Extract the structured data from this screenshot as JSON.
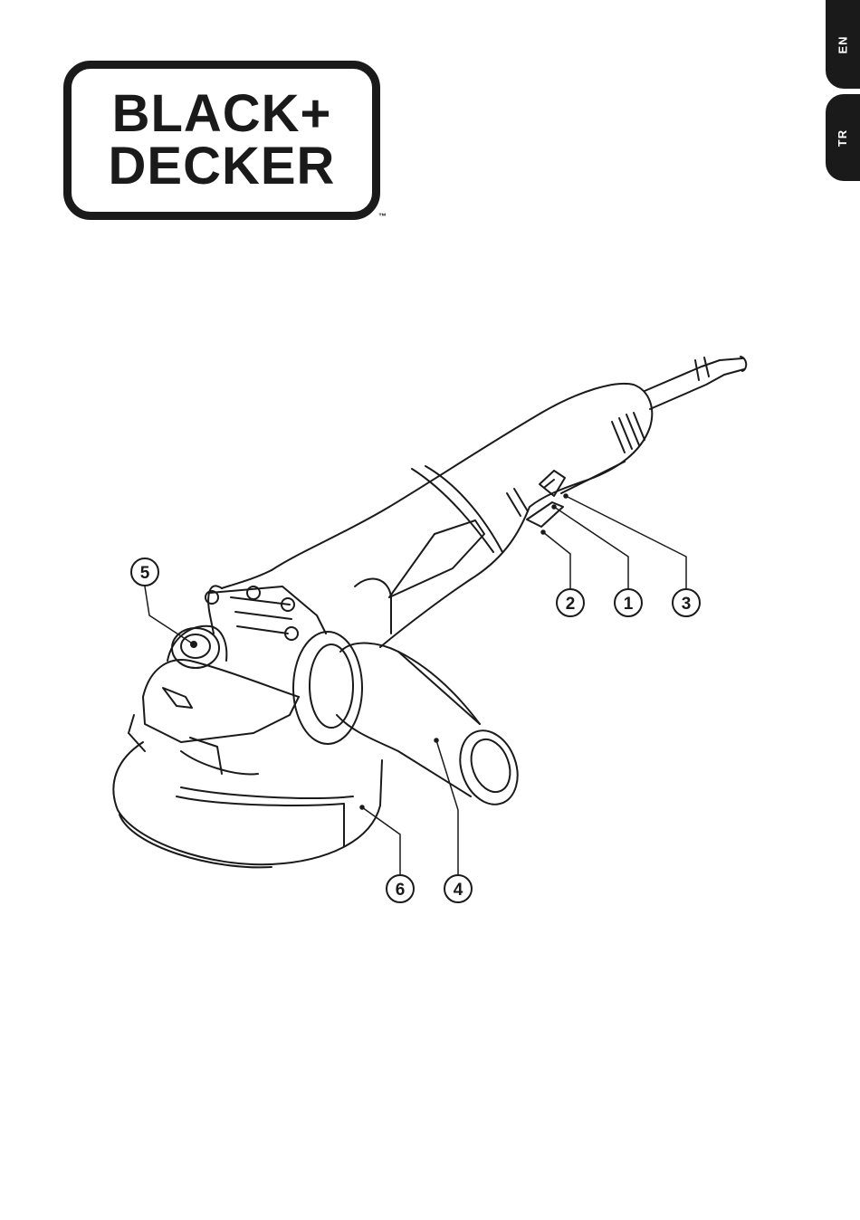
{
  "brand": {
    "line1": "BLACK+",
    "line2": "DECKER",
    "tm": "™"
  },
  "languages": [
    {
      "code": "EN"
    },
    {
      "code": "TR"
    }
  ],
  "figure": {
    "callouts": [
      {
        "label": "1"
      },
      {
        "label": "2"
      },
      {
        "label": "3"
      },
      {
        "label": "4"
      },
      {
        "label": "5"
      },
      {
        "label": "6"
      }
    ]
  }
}
